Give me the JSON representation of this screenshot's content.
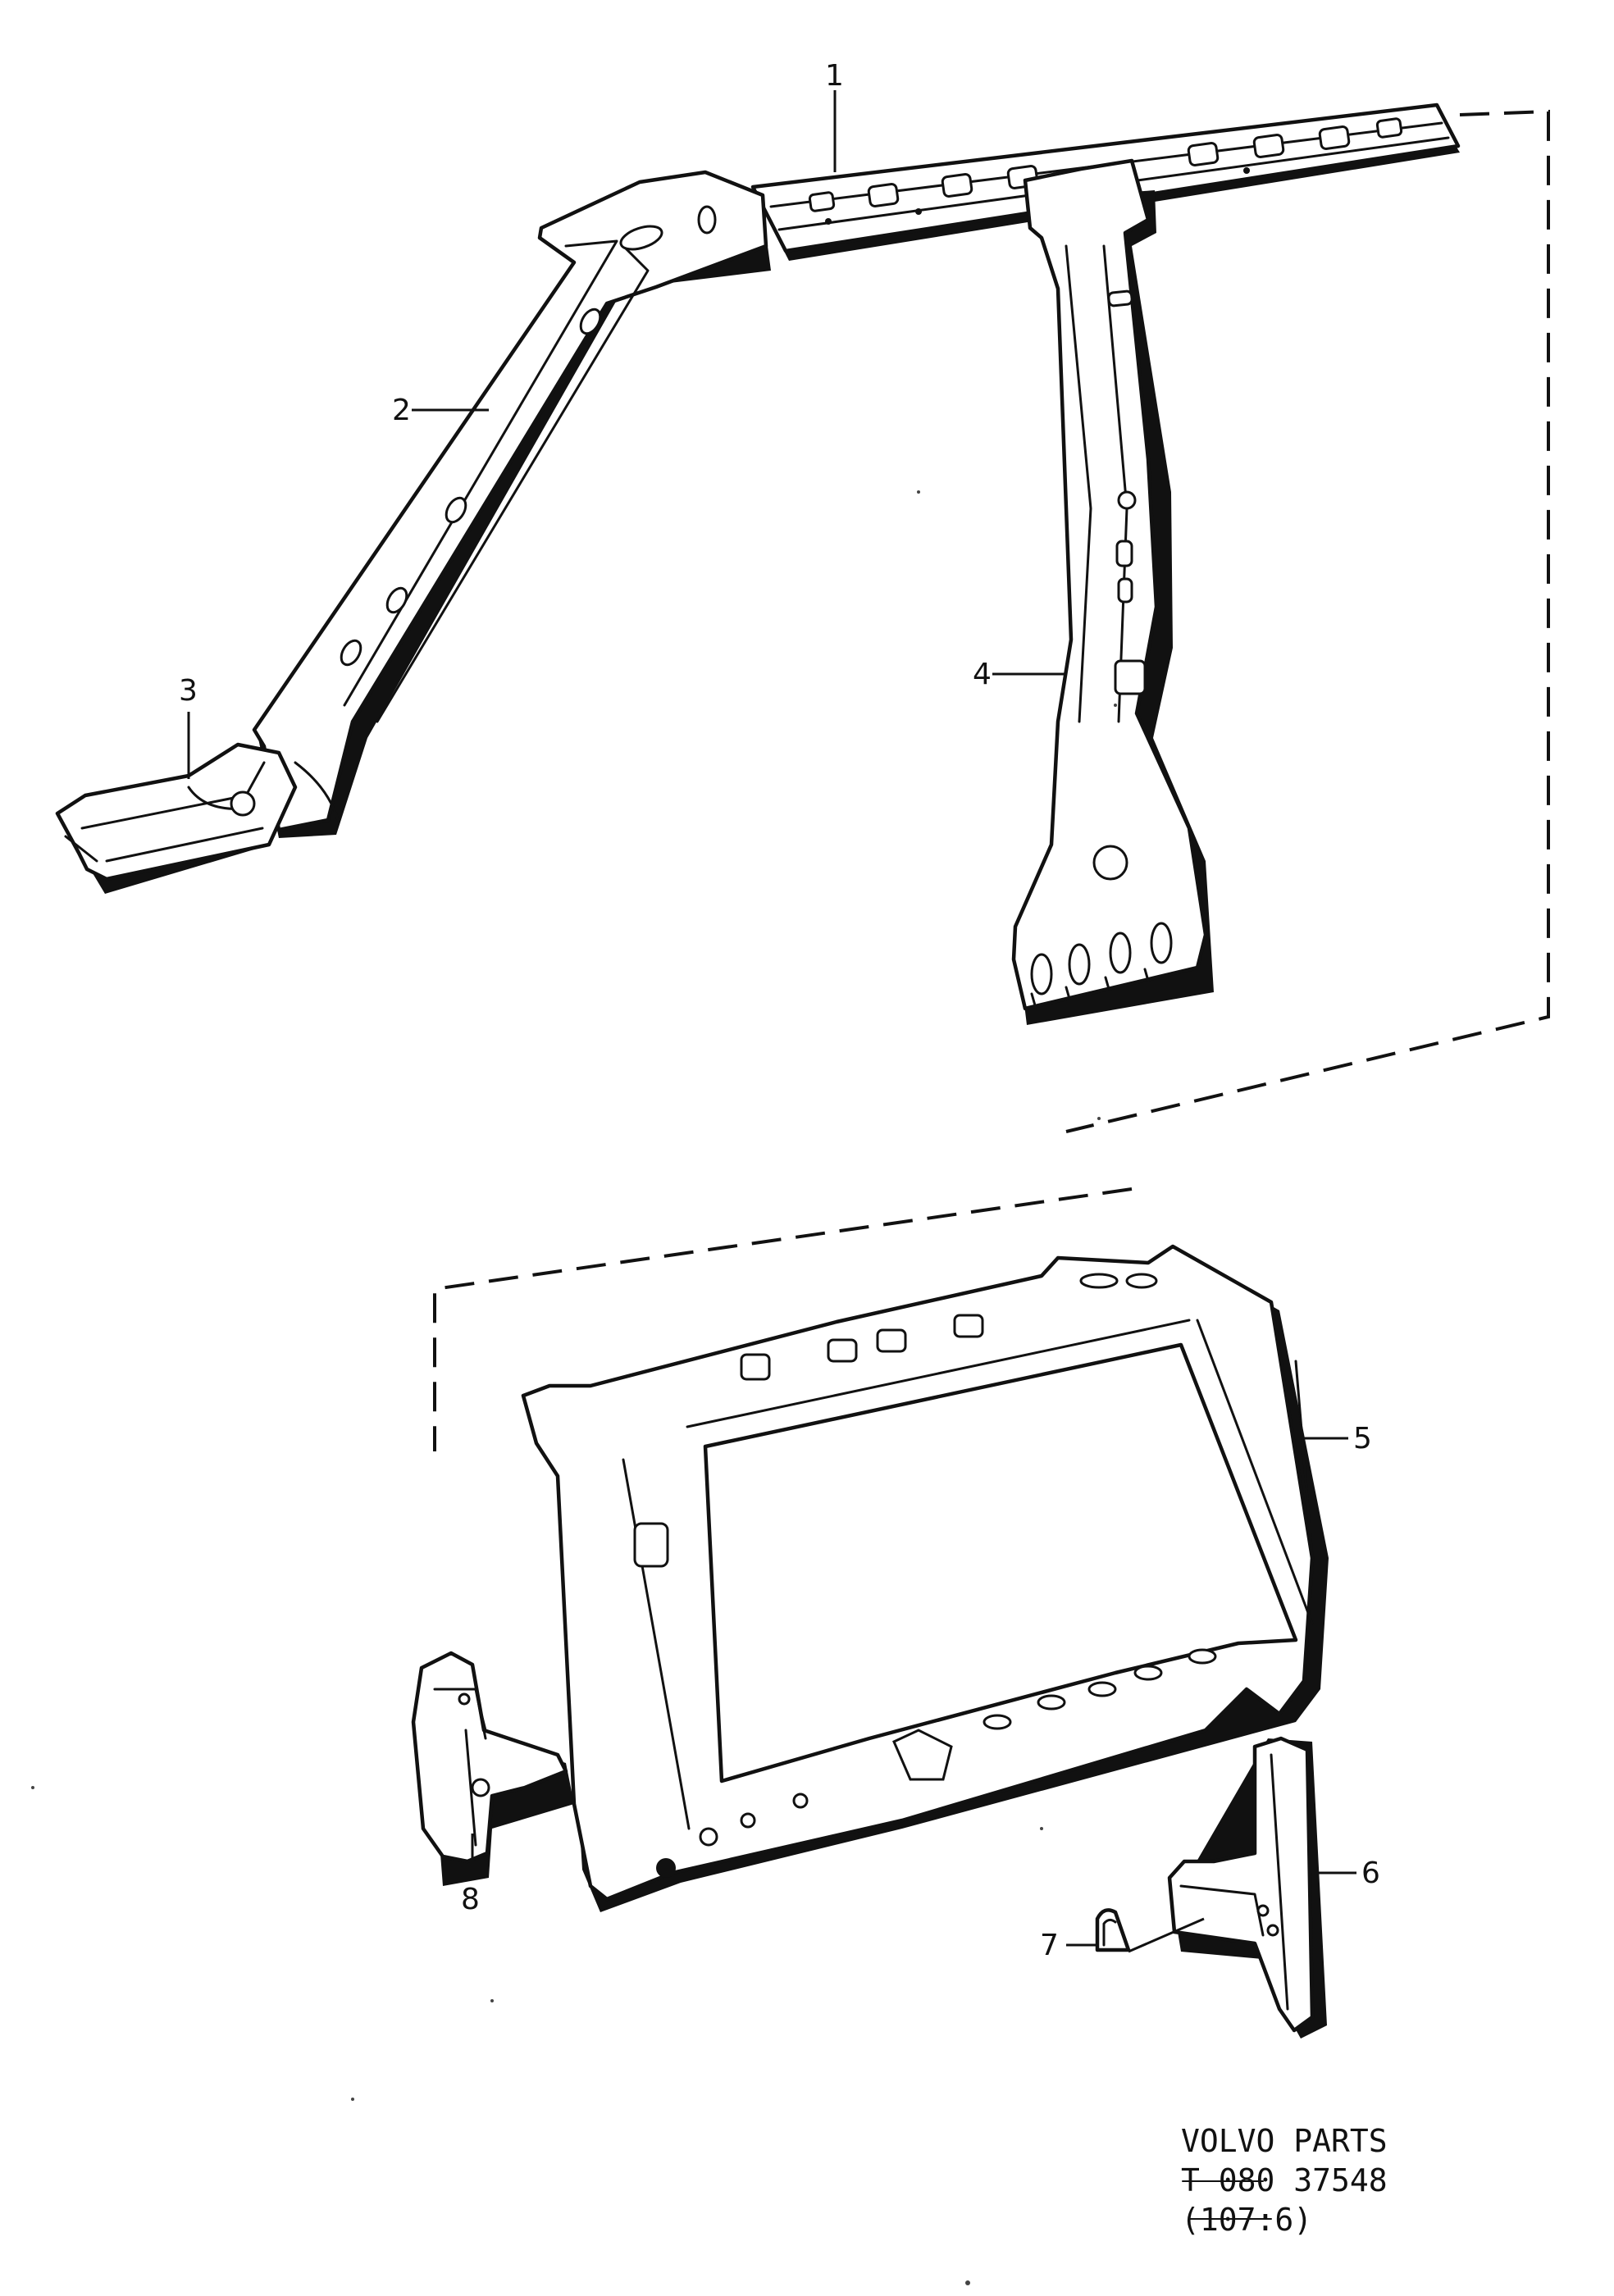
{
  "callouts": [
    {
      "id": "1",
      "text": "1"
    },
    {
      "id": "2",
      "text": "2"
    },
    {
      "id": "3",
      "text": "3"
    },
    {
      "id": "4",
      "text": "4"
    },
    {
      "id": "5",
      "text": "5"
    },
    {
      "id": "6",
      "text": "6"
    },
    {
      "id": "7",
      "text": "7"
    },
    {
      "id": "8",
      "text": "8"
    }
  ],
  "footer": {
    "brand": "VOLVO PARTS",
    "code": "T 080 37548",
    "ref": "(107:6)"
  }
}
